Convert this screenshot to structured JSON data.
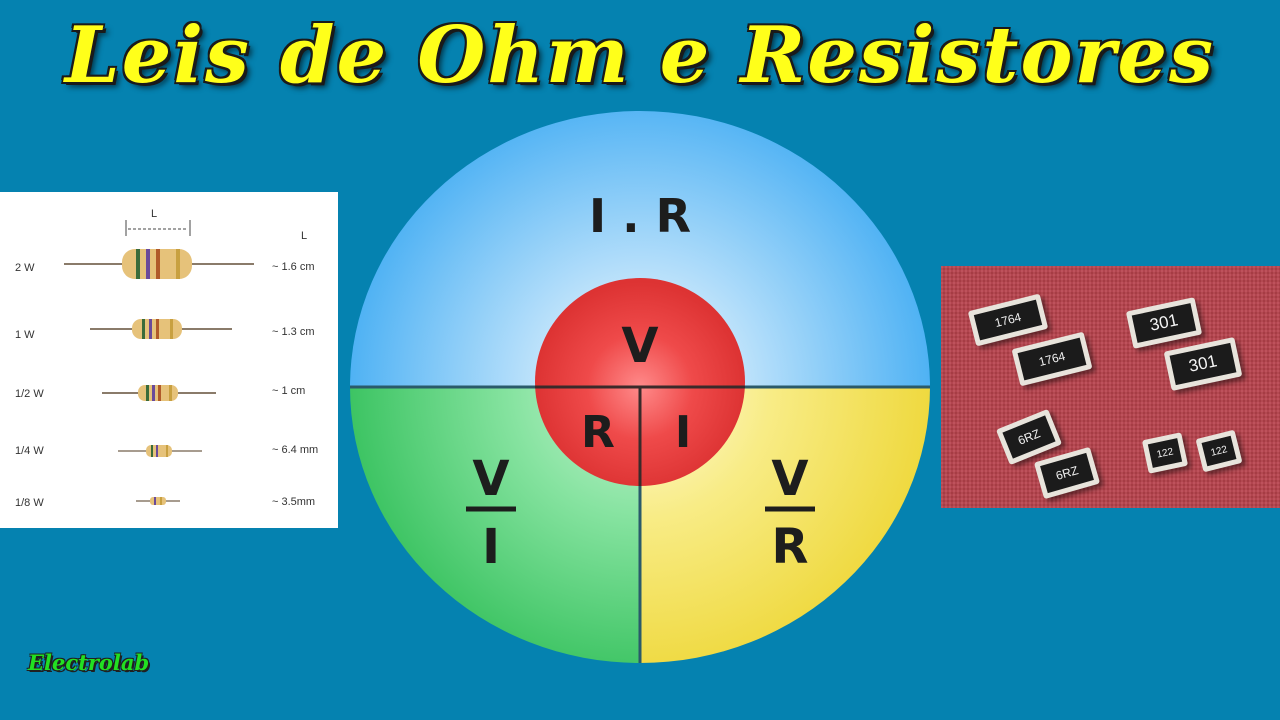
{
  "title": "Leis de Ohm e Resistores",
  "watermark": "Electrolab",
  "ohm_wheel": {
    "top_formula": "I . R",
    "center": {
      "top": "V",
      "left": "R",
      "right": "I"
    },
    "bottom_left": {
      "numerator": "V",
      "denominator": "I"
    },
    "bottom_right": {
      "numerator": "V",
      "denominator": "R"
    }
  },
  "resistor_chart": {
    "dimension_label": "L",
    "column_header": "L",
    "rows": [
      {
        "power": "2 W",
        "length": "~ 1.6 cm"
      },
      {
        "power": "1 W",
        "length": "~ 1.3 cm"
      },
      {
        "power": "1/2 W",
        "length": "~ 1 cm"
      },
      {
        "power": "1/4 W",
        "length": "~ 6.4 mm"
      },
      {
        "power": "1/8 W",
        "length": "~ 3.5mm"
      }
    ]
  },
  "smd_resistors": {
    "labels": [
      "1764",
      "1764",
      "301",
      "301",
      "6RZ",
      "6RZ",
      "122",
      "122"
    ]
  },
  "colors": {
    "background": "#0582b0",
    "title": "#ffff1a",
    "top_sector": "#5bb8f5",
    "left_sector": "#44c96a",
    "right_sector": "#f2e04a",
    "center": "#e23a3a",
    "watermark": "#22e022"
  }
}
